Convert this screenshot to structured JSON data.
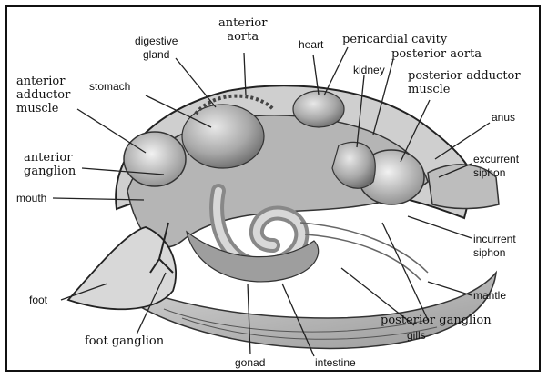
{
  "labels": {
    "digestive_gland": "digestive\ngland",
    "anterior_aorta": "anterior\naorta",
    "heart": "heart",
    "pericardial_cavity": "pericardial cavity",
    "posterior_aorta": "posterior aorta",
    "kidney": "kidney",
    "posterior_adductor_muscle": "posterior adductor\nmuscle",
    "stomach": "stomach",
    "anterior_adductor_muscle": "anterior\nadductor\nmuscle",
    "anus": "anus",
    "excurrent_siphon": "excurrent\nsiphon",
    "anterior_ganglion": "anterior\nganglion",
    "mouth": "mouth",
    "incurrent_siphon": "incurrent\nsiphon",
    "mantle": "mantle",
    "foot": "foot",
    "posterior_ganglion": "posterior ganglion",
    "foot_ganglion": "foot ganglion",
    "gills": "gills",
    "gonad": "gonad",
    "intestine": "intestine"
  }
}
